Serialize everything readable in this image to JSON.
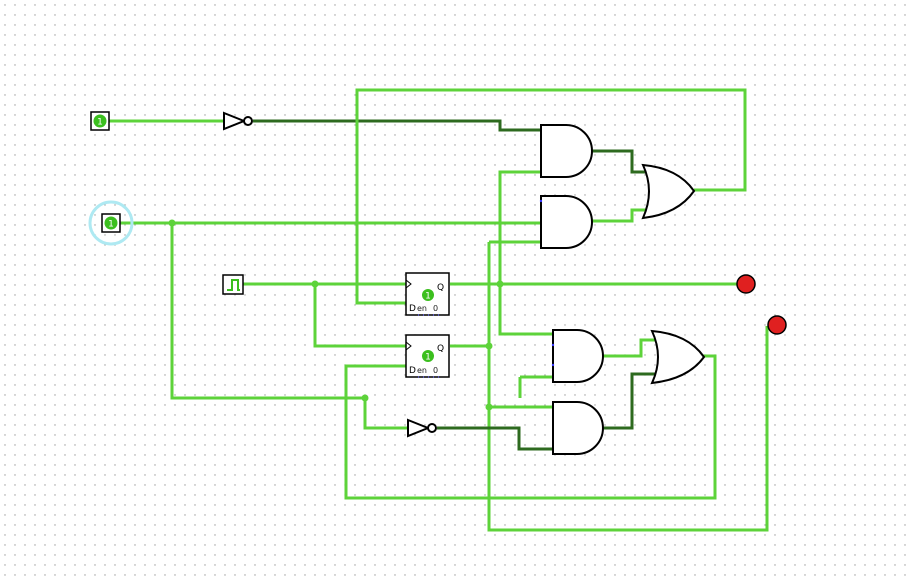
{
  "canvas": {
    "background": "#ffffff",
    "grid_dot_color": "#9a9a9a"
  },
  "colors": {
    "wire_high": "#5dd33a",
    "wire_low": "#2d6a1f",
    "value_badge": "#3bbf1e",
    "output_led": "#e02020",
    "selection_glow": "#aee9f2"
  },
  "inputs": [
    {
      "name": "input-pin-1",
      "value": "1"
    },
    {
      "name": "input-pin-2",
      "value": "1",
      "selected": true
    }
  ],
  "clock": {
    "name": "clock-source",
    "icon": "clock-wave-icon"
  },
  "flip_flops": [
    {
      "d_label": "D",
      "q_label": "Q",
      "en_label": "en",
      "value": "1",
      "state_text": "0"
    },
    {
      "d_label": "D",
      "q_label": "Q",
      "en_label": "en",
      "value": "1",
      "state_text": "0"
    }
  ],
  "gates": {
    "not": 2,
    "and": 4,
    "or": 2
  },
  "outputs": [
    {
      "name": "output-led-1",
      "color": "#e02020"
    },
    {
      "name": "output-led-2",
      "color": "#e02020"
    }
  ]
}
